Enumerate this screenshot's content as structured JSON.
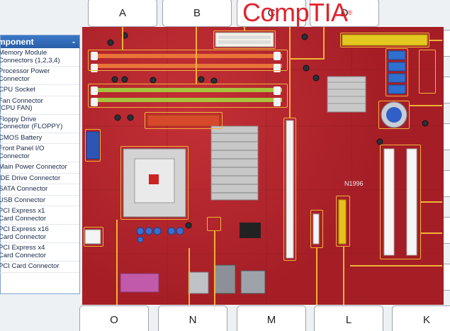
{
  "logo": {
    "text": "CompTIA",
    "tm": "®"
  },
  "panel": {
    "header": "mponent",
    "collapse": "-",
    "items": [
      "Memory Module\nConnectors (1,2,3,4)",
      "Processor Power\nConnector",
      "CPU Socket",
      "Fan Connector\n(CPU FAN)",
      "Floppy Drive\nConnector (FLOPPY)",
      "CMOS Battery",
      "Front Panel I/O\nConnector",
      "Main Power Connector",
      "IDE Drive Connector",
      "SATA Connector",
      "USB Connector",
      "PCI Express x1\nCard Connector",
      "PCI Express x16\nCard Connector",
      "PCI Express x4\nCard Connector",
      "PCI Card Connector"
    ]
  },
  "top_labels": [
    "A",
    "B",
    "C",
    "D"
  ],
  "bottom_labels": [
    "O",
    "N",
    "M",
    "L",
    "K"
  ],
  "board_text": "N1996",
  "colors": {
    "highlight": "#f2b23a",
    "board": "#b3232b",
    "accent": "#e0232c"
  }
}
